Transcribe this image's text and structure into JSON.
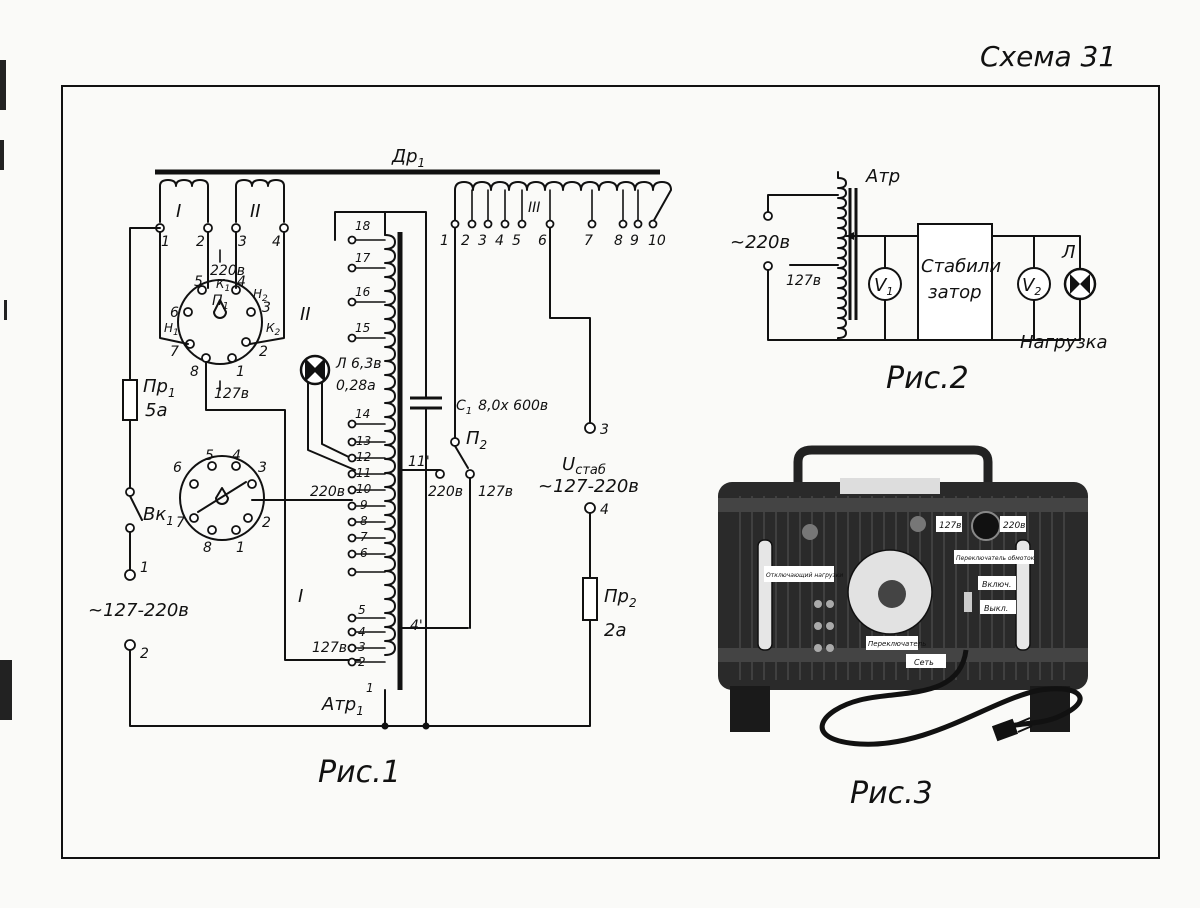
{
  "page": {
    "title": "Схема 31",
    "colors": {
      "ink": "#111111",
      "paper": "#fafaf8",
      "device_body": "#2a2a2a"
    }
  },
  "fig1": {
    "caption": "Рис.1",
    "choke_label": "Др",
    "choke_sub": "1",
    "winding_I": "I",
    "winding_II": "II",
    "winding_III": "III",
    "top_left_terminals": [
      "1",
      "2",
      "3",
      "4"
    ],
    "top_right_terminals": [
      "1",
      "2",
      "3",
      "4",
      "5",
      "6",
      "7",
      "8",
      "9",
      "10"
    ],
    "switch1": {
      "contacts": [
        "5",
        "4",
        "3",
        "2",
        "1",
        "8",
        "7",
        "6"
      ],
      "v220": "220в",
      "v127": "127в",
      "name": "П",
      "name_sub": "1",
      "k1": "К",
      "k1_sub": "1",
      "k2": "К",
      "k2_sub": "2",
      "h1": "Н",
      "h1_sub": "1",
      "h2": "Н",
      "h2_sub": "2"
    },
    "switch2_contacts": [
      "5",
      "4",
      "3",
      "2",
      "1",
      "8",
      "7",
      "6"
    ],
    "fuse1": {
      "name": "Пр",
      "sub": "1",
      "rating": "5а"
    },
    "switch_vk": {
      "name": "Вк",
      "sub": "1"
    },
    "input": {
      "label": "~127-220в",
      "t1": "1",
      "t2": "2"
    },
    "lamp": {
      "name": "Л 6,3в",
      "current": "0,28а",
      "winding": "II"
    },
    "autotransformer": {
      "name": "Атр",
      "sub": "1",
      "taps": [
        "18",
        "17",
        "16",
        "15",
        "14",
        "13",
        "12",
        "11",
        "10",
        "9",
        "8",
        "7",
        "6",
        "5",
        "4",
        "3",
        "2",
        "1"
      ],
      "tap_4prime": "4'",
      "tap_11prime": "11'",
      "v220": "220в",
      "v127": "127в",
      "winding_I": "I"
    },
    "capacitor": {
      "name": "С",
      "sub": "1",
      "value": "8,0х 600в"
    },
    "switch_p2": {
      "name": "П",
      "sub": "2",
      "v220": "220в",
      "v127": "127в"
    },
    "output": {
      "label": "U",
      "label_sub": "стаб",
      "range": "~127-220в",
      "t3": "3",
      "t4": "4"
    },
    "fuse2": {
      "name": "Пр",
      "sub": "2",
      "rating": "2а"
    }
  },
  "fig2": {
    "caption": "Рис.2",
    "atr": "Атр",
    "input_v": "~220в",
    "tap_v": "127в",
    "v1": "V",
    "v1_sub": "1",
    "v2": "V",
    "v2_sub": "2",
    "stabilizer_line1": "Стабили",
    "stabilizer_line2": "затор",
    "lamp": "Л",
    "load": "Нагрузка"
  },
  "fig3": {
    "caption": "Рис.3",
    "badges": [
      "127в",
      "220в"
    ],
    "panel_labels": {
      "left_label": "Отключающий нагрузки",
      "right_label": "Переключатель обмоток",
      "vkl": "Включ.",
      "vykl": "Выкл.",
      "switch_label": "Переключатель",
      "net": "Сеть"
    }
  }
}
